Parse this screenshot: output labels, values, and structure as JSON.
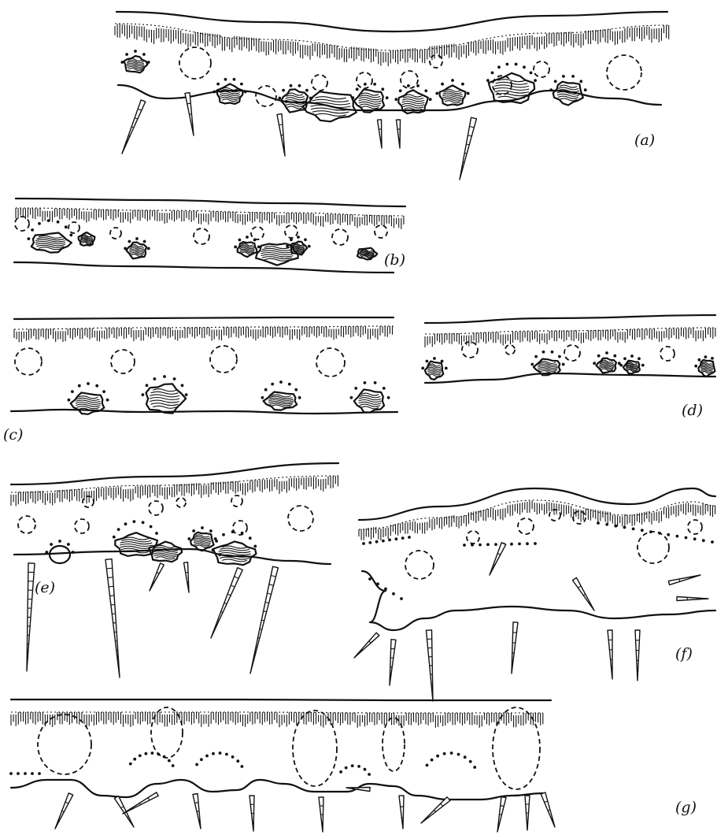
{
  "panels": [
    {
      "id": "a",
      "label": "(a)"
    },
    {
      "id": "b",
      "label": "(b)"
    },
    {
      "id": "c",
      "label": "(c)"
    },
    {
      "id": "d",
      "label": "(d)"
    },
    {
      "id": "e",
      "label": "(e)"
    },
    {
      "id": "f",
      "label": "(f)"
    },
    {
      "id": "g",
      "label": "(g)"
    }
  ]
}
